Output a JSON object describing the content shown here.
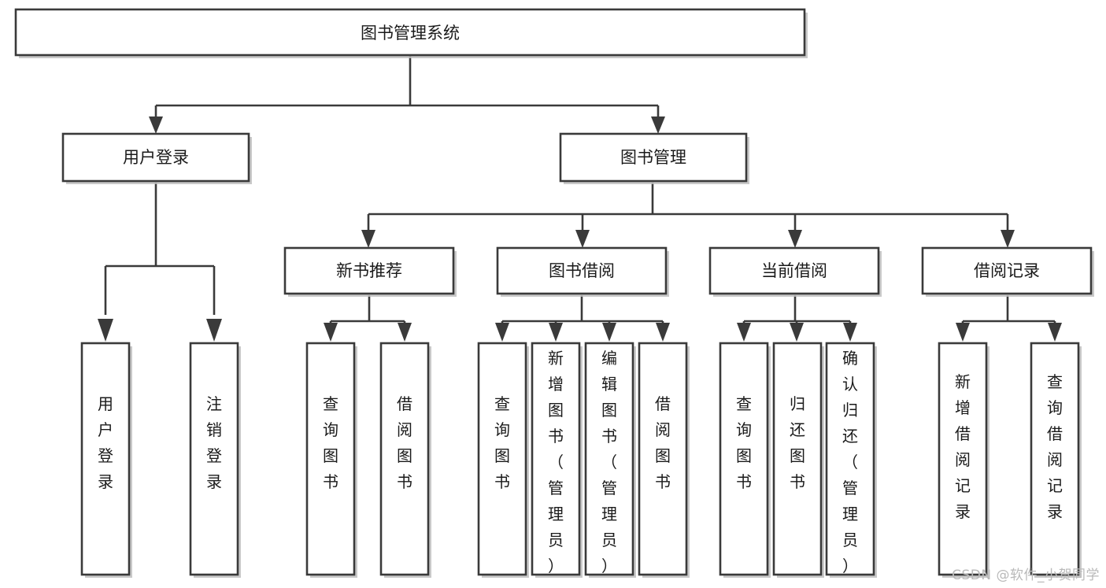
{
  "diagram": {
    "type": "tree-hierarchy",
    "title": "图书管理系统",
    "watermark": "CSDN @软件_小贺同学",
    "colors": {
      "box_stroke": "#3a3a3a",
      "box_fill": "#ffffff",
      "text": "#1a1a1a",
      "background": "#ffffff",
      "watermark": "#b9b9b9"
    },
    "levels": {
      "root": {
        "label": "图书管理系统",
        "orientation": "horizontal"
      },
      "level2": [
        {
          "label": "用户登录",
          "orientation": "horizontal"
        },
        {
          "label": "图书管理",
          "orientation": "horizontal"
        }
      ],
      "level3": [
        {
          "label": "新书推荐",
          "orientation": "horizontal",
          "parent": "图书管理"
        },
        {
          "label": "图书借阅",
          "orientation": "horizontal",
          "parent": "图书管理"
        },
        {
          "label": "当前借阅",
          "orientation": "horizontal",
          "parent": "图书管理"
        },
        {
          "label": "借阅记录",
          "orientation": "horizontal",
          "parent": "图书管理"
        }
      ],
      "leaves": [
        {
          "label": "用户登录",
          "orientation": "vertical",
          "parent": "用户登录"
        },
        {
          "label": "注销登录",
          "orientation": "vertical",
          "parent": "用户登录"
        },
        {
          "label": "查询图书",
          "orientation": "vertical",
          "parent": "新书推荐"
        },
        {
          "label": "借阅图书",
          "orientation": "vertical",
          "parent": "新书推荐"
        },
        {
          "label": "查询图书",
          "orientation": "vertical",
          "parent": "图书借阅"
        },
        {
          "label": "新增图书（管理员）",
          "orientation": "vertical",
          "parent": "图书借阅"
        },
        {
          "label": "编辑图书（管理员）",
          "orientation": "vertical",
          "parent": "图书借阅"
        },
        {
          "label": "借阅图书",
          "orientation": "vertical",
          "parent": "图书借阅"
        },
        {
          "label": "查询图书",
          "orientation": "vertical",
          "parent": "当前借阅"
        },
        {
          "label": "归还图书",
          "orientation": "vertical",
          "parent": "当前借阅"
        },
        {
          "label": "确认归还（管理员）",
          "orientation": "vertical",
          "parent": "当前借阅"
        },
        {
          "label": "新增借阅记录",
          "orientation": "vertical",
          "parent": "借阅记录"
        },
        {
          "label": "查询借阅记录",
          "orientation": "vertical",
          "parent": "借阅记录"
        }
      ]
    }
  }
}
